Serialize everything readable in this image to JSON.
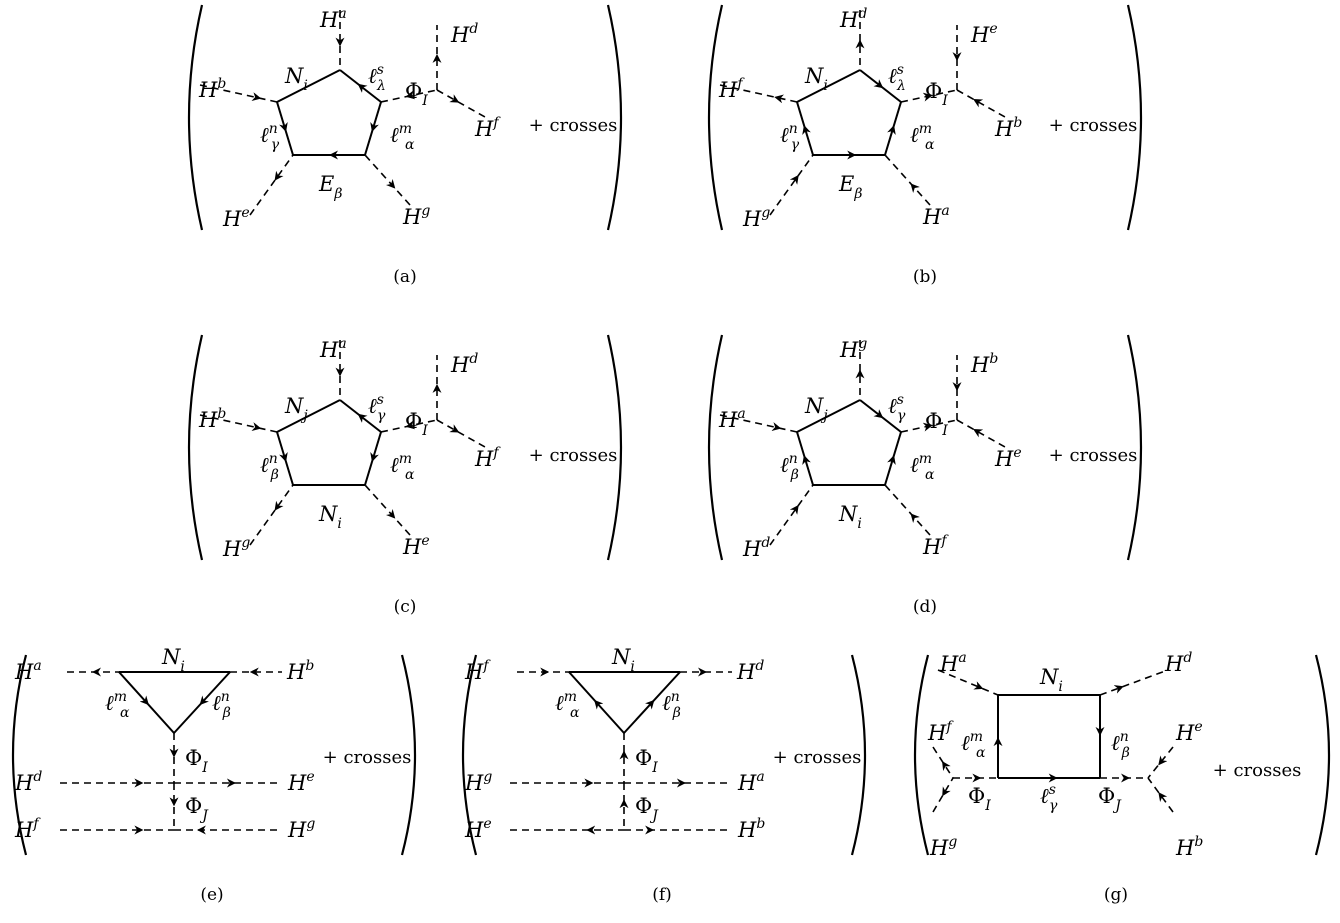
{
  "diagrams": [
    {
      "id": "a",
      "caption": "(a)",
      "crosses": "+ crosses",
      "labels": {
        "Ha": {
          "b": "H",
          "s": "a",
          "u": ""
        },
        "Hd": {
          "b": "H",
          "s": "d",
          "u": ""
        },
        "Hb": {
          "b": "H",
          "s": "b",
          "u": ""
        },
        "Hf": {
          "b": "H",
          "s": "f",
          "u": ""
        },
        "He": {
          "b": "H",
          "s": "e",
          "u": ""
        },
        "Hg": {
          "b": "H",
          "s": "g",
          "u": ""
        },
        "Ni": {
          "b": "N",
          "s": "",
          "u": "i"
        },
        "ls": {
          "b": "ℓ",
          "s": "s",
          "u": "λ"
        },
        "Phi": {
          "b": "Φ",
          "s": "",
          "u": "I"
        },
        "ln": {
          "b": "ℓ",
          "s": "n",
          "u": "γ"
        },
        "lm": {
          "b": "ℓ",
          "s": "m",
          "u": "α"
        },
        "E": {
          "b": "E",
          "s": "",
          "u": "β"
        }
      }
    },
    {
      "id": "b",
      "caption": "(b)",
      "crosses": "+ crosses",
      "labels": {
        "Ha": {
          "b": "H",
          "s": "d",
          "u": ""
        },
        "Hd": {
          "b": "H",
          "s": "e",
          "u": ""
        },
        "Hb": {
          "b": "H",
          "s": "f",
          "u": ""
        },
        "Hf": {
          "b": "H",
          "s": "b",
          "u": ""
        },
        "He": {
          "b": "H",
          "s": "g",
          "u": ""
        },
        "Hg": {
          "b": "H",
          "s": "a",
          "u": ""
        },
        "Ni": {
          "b": "N",
          "s": "",
          "u": "i"
        },
        "ls": {
          "b": "ℓ",
          "s": "s",
          "u": "λ"
        },
        "Phi": {
          "b": "Φ",
          "s": "",
          "u": "I"
        },
        "ln": {
          "b": "ℓ",
          "s": "n",
          "u": "γ"
        },
        "lm": {
          "b": "ℓ",
          "s": "m",
          "u": "α"
        },
        "E": {
          "b": "E",
          "s": "",
          "u": "β"
        }
      }
    },
    {
      "id": "c",
      "caption": "(c)",
      "crosses": "+ crosses",
      "labels": {
        "Ha": {
          "b": "H",
          "s": "a",
          "u": ""
        },
        "Hd": {
          "b": "H",
          "s": "d",
          "u": ""
        },
        "Hb": {
          "b": "H",
          "s": "b",
          "u": ""
        },
        "Hf": {
          "b": "H",
          "s": "f",
          "u": ""
        },
        "He": {
          "b": "H",
          "s": "g",
          "u": ""
        },
        "Hg": {
          "b": "H",
          "s": "e",
          "u": ""
        },
        "Ni": {
          "b": "N",
          "s": "",
          "u": "j"
        },
        "ls": {
          "b": "ℓ",
          "s": "s",
          "u": "γ"
        },
        "Phi": {
          "b": "Φ",
          "s": "",
          "u": "I"
        },
        "ln": {
          "b": "ℓ",
          "s": "n",
          "u": "β"
        },
        "lm": {
          "b": "ℓ",
          "s": "m",
          "u": "α"
        },
        "E": {
          "b": "N",
          "s": "",
          "u": "i"
        }
      }
    },
    {
      "id": "d",
      "caption": "(d)",
      "crosses": "+ crosses",
      "labels": {
        "Ha": {
          "b": "H",
          "s": "g",
          "u": ""
        },
        "Hd": {
          "b": "H",
          "s": "b",
          "u": ""
        },
        "Hb": {
          "b": "H",
          "s": "a",
          "u": ""
        },
        "Hf": {
          "b": "H",
          "s": "e",
          "u": ""
        },
        "He": {
          "b": "H",
          "s": "d",
          "u": ""
        },
        "Hg": {
          "b": "H",
          "s": "f",
          "u": ""
        },
        "Ni": {
          "b": "N",
          "s": "",
          "u": "j"
        },
        "ls": {
          "b": "ℓ",
          "s": "s",
          "u": "γ"
        },
        "Phi": {
          "b": "Φ",
          "s": "",
          "u": "I"
        },
        "ln": {
          "b": "ℓ",
          "s": "n",
          "u": "β"
        },
        "lm": {
          "b": "ℓ",
          "s": "m",
          "u": "α"
        },
        "E": {
          "b": "N",
          "s": "",
          "u": "i"
        }
      }
    },
    {
      "id": "e",
      "caption": "(e)",
      "crosses": "+ crosses",
      "labels": {
        "TL": {
          "b": "H",
          "s": "a",
          "u": ""
        },
        "TR": {
          "b": "H",
          "s": "b",
          "u": ""
        },
        "N": {
          "b": "N",
          "s": "",
          "u": "i"
        },
        "lm": {
          "b": "ℓ",
          "s": "m",
          "u": "α"
        },
        "ln": {
          "b": "ℓ",
          "s": "n",
          "u": "β"
        },
        "PhiI": {
          "b": "Φ",
          "s": "",
          "u": "I"
        },
        "ML": {
          "b": "H",
          "s": "d",
          "u": ""
        },
        "MR": {
          "b": "H",
          "s": "e",
          "u": ""
        },
        "PhiJ": {
          "b": "Φ",
          "s": "",
          "u": "J"
        },
        "BL": {
          "b": "H",
          "s": "f",
          "u": ""
        },
        "BR": {
          "b": "H",
          "s": "g",
          "u": ""
        }
      }
    },
    {
      "id": "f",
      "caption": "(f)",
      "crosses": "+ crosses",
      "labels": {
        "TL": {
          "b": "H",
          "s": "f",
          "u": ""
        },
        "TR": {
          "b": "H",
          "s": "d",
          "u": ""
        },
        "N": {
          "b": "N",
          "s": "",
          "u": "i"
        },
        "lm": {
          "b": "ℓ",
          "s": "m",
          "u": "α"
        },
        "ln": {
          "b": "ℓ",
          "s": "n",
          "u": "β"
        },
        "PhiI": {
          "b": "Φ",
          "s": "",
          "u": "I"
        },
        "ML": {
          "b": "H",
          "s": "g",
          "u": ""
        },
        "MR": {
          "b": "H",
          "s": "a",
          "u": ""
        },
        "PhiJ": {
          "b": "Φ",
          "s": "",
          "u": "J"
        },
        "BL": {
          "b": "H",
          "s": "e",
          "u": ""
        },
        "BR": {
          "b": "H",
          "s": "b",
          "u": ""
        }
      }
    },
    {
      "id": "g",
      "caption": "(g)",
      "crosses": "+ crosses",
      "labels": {
        "Ha": {
          "b": "H",
          "s": "a",
          "u": ""
        },
        "Hd": {
          "b": "H",
          "s": "d",
          "u": ""
        },
        "N": {
          "b": "N",
          "s": "",
          "u": "i"
        },
        "Hf": {
          "b": "H",
          "s": "f",
          "u": ""
        },
        "He": {
          "b": "H",
          "s": "e",
          "u": ""
        },
        "lm": {
          "b": "ℓ",
          "s": "m",
          "u": "α"
        },
        "ln": {
          "b": "ℓ",
          "s": "n",
          "u": "β"
        },
        "Hg": {
          "b": "H",
          "s": "g",
          "u": ""
        },
        "Hb": {
          "b": "H",
          "s": "b",
          "u": ""
        },
        "PhiI": {
          "b": "Φ",
          "s": "",
          "u": "I"
        },
        "ls": {
          "b": "ℓ",
          "s": "s",
          "u": "γ"
        },
        "PhiJ": {
          "b": "Φ",
          "s": "",
          "u": "J"
        }
      }
    }
  ]
}
